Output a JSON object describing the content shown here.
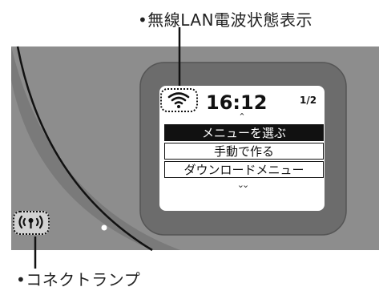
{
  "callouts": {
    "top_label": "•無線LAN電波状態表示",
    "bottom_label": "•コネクトランプ"
  },
  "screen": {
    "time": "16:12",
    "page": "1/2",
    "up_arrow": "⌃",
    "down_arrow": "⌄⌄",
    "menu": [
      {
        "label": "メニューを選ぶ",
        "selected": true
      },
      {
        "label": "手動で作る",
        "selected": false
      },
      {
        "label": "ダウンロードメニュー",
        "selected": false
      }
    ]
  },
  "icons": {
    "wifi": "wifi-icon",
    "lamp": "connect-lamp-icon"
  },
  "colors": {
    "panel": "#8c8c8c",
    "bezel": "#6e6e6e",
    "screen": "#ffffff",
    "ink": "#111111"
  }
}
